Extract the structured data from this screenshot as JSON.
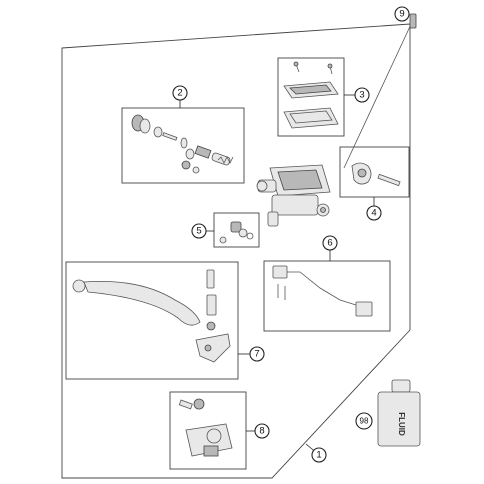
{
  "callouts": [
    {
      "id": "1",
      "label": "1"
    },
    {
      "id": "2",
      "label": "2"
    },
    {
      "id": "3",
      "label": "3"
    },
    {
      "id": "4",
      "label": "4"
    },
    {
      "id": "5",
      "label": "5"
    },
    {
      "id": "6",
      "label": "6"
    },
    {
      "id": "7",
      "label": "7"
    },
    {
      "id": "8",
      "label": "8"
    },
    {
      "id": "9",
      "label": "9"
    },
    {
      "id": "98",
      "label": "98"
    }
  ],
  "bottle_label": "FLUID",
  "colors": {
    "outline": "#444444",
    "part_fill": "#e8e8e8",
    "part_shade": "#b8b8b8"
  }
}
